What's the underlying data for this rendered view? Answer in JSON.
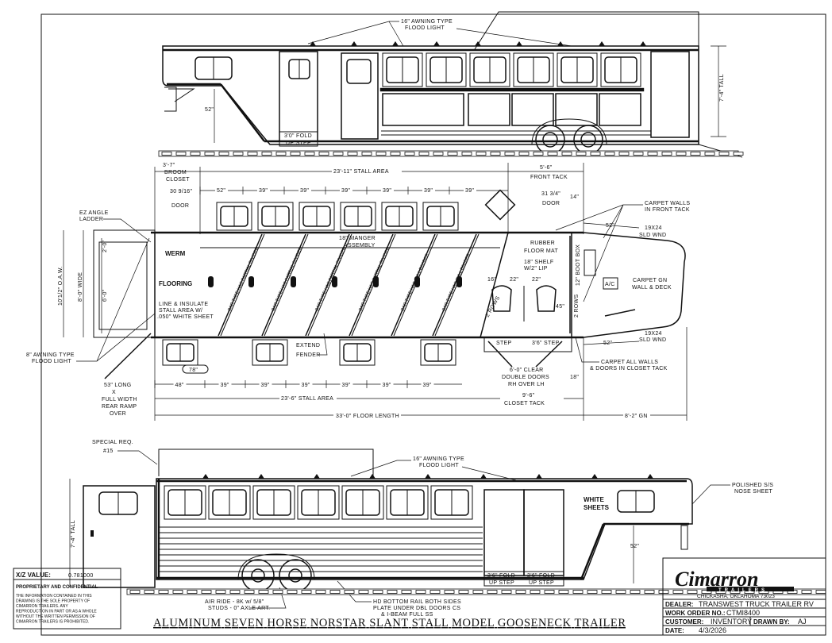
{
  "title": "ALUMINUM SEVEN HORSE NORSTAR SLANT STALL MODEL GOOSENECK TRAILER",
  "title_block": {
    "logo_text": "Cimarron",
    "logo_sub": "TRAILERS",
    "address": "CHICKASHA, OKLAHOMA 73023",
    "dealer_label": "DEALER:",
    "dealer": "TRANSWEST TRUCK TRAILER RV",
    "work_order_label": "WORK ORDER NO.:",
    "work_order": "CTMI8400",
    "customer_label": "CUSTOMER:",
    "customer": "INVENTORY",
    "date_label": "DATE:",
    "date": "4/3/2026",
    "drawn_by_label": "DRAWN BY:",
    "drawn_by": "AJ"
  },
  "proprietary": {
    "xz_label": "X/Z VALUE:",
    "xz_value": "0.781000",
    "heading": "PROPRIETARY AND CONFIDENTIAL",
    "lines": [
      "THE INFORMATION CONTAINED IN THIS",
      "DRAWING IS THE SOLE PROPERTY OF",
      "CIMARRON TRAILERS. ANY",
      "REPRODUCTION IN PART OR AS A WHOLE",
      "WITHOUT THE WRITTEN PERMISSION OF",
      "CIMARRON TRAILERS IS PROHIBITED."
    ]
  },
  "top_view": {
    "awning_1": "16\" AWNING TYPE",
    "awning_2": "FLOOD LIGHT",
    "tall": "7'-4\" TALL",
    "neck_height": "52\"",
    "step_1": "3'0\" FOLD",
    "step_2": "UP STEP"
  },
  "plan_view": {
    "broom_dim": "3'-7\"",
    "broom_1": "BROOM",
    "broom_2": "CLOSET",
    "door_dim": "30 9/16\"",
    "door": "DOOR",
    "stall_area_top": "23'-11\" STALL AREA",
    "top_dims": [
      "52\"",
      "39\"",
      "39\"",
      "39\"",
      "39\"",
      "39\"",
      "39\""
    ],
    "front_tack_dim": "5'-6\"",
    "front_tack": "FRONT TACK",
    "ft_door_dim": "31 3/4\"",
    "ft_door": "DOOR",
    "ft_14": "14\"",
    "ladder_1": "EZ ANGLE",
    "ladder_2": "LADDER",
    "carpet_front_1": "CARPET WALLS",
    "carpet_front_2": "IN FRONT TACK",
    "wnd_52_top": "52\"",
    "wnd_1": "19X24",
    "wnd_2": "SLD WND",
    "oaw": "10'1/2\" O.A.W.",
    "wide": "8'-0\" WIDE",
    "two_ft": "2'-0\"",
    "six_ft": "6'-0\"",
    "werm_1": "WERM",
    "werm_2": "FLOORING",
    "manger_1": "18\" MANGER",
    "manger_2": "ASSEMBLY",
    "rubber_1": "RUBBER",
    "rubber_2": "FLOOR MAT",
    "shelf_1": "18\" SHELF",
    "shelf_2": "W/2\" LIP",
    "shelf_dims": [
      "16\"",
      "22\"",
      "22\""
    ],
    "boot_box": "12\" BOOT BOX",
    "saddle_rows": "2 ROWS",
    "ac": "A/C",
    "carpet_gn_1": "CARPET GN",
    "carpet_gn_2": "WALL & DECK",
    "dividers": [
      "BAR TYPE HAS PARTIAL DIVIDER",
      "BAR TYPE HAS PARTIAL DIVIDER",
      "BAR TYPE HAS PARTIAL DIVIDER",
      "BAR TYPE HAS PARTIAL DIVIDER",
      "BAR TYPE HAS FULL DIVIDER",
      "BAR TYPE HAS FULL DIVIDER"
    ],
    "line_1": "LINE & INSULATE",
    "line_2": "STALL AREA W/",
    "line_3": ".050\" WHITE SHEET",
    "flood_1": "8\" AWNING TYPE",
    "flood_2": "FLOOD LIGHT",
    "ramp_1": "53\" LONG",
    "ramp_2": "X",
    "ramp_3": "FULL WIDTH",
    "ramp_4": "REAR RAMP",
    "ramp_5": "OVER",
    "fender_1": "EXTEND",
    "fender_2": "FENDER",
    "dim_78": "78\"",
    "step_l": "STEP",
    "step_r": "3'6\" STEP",
    "clear_1": "6'-0\" CLEAR",
    "clear_2": "DOUBLE DOORS",
    "clear_3": "RH OVER LH",
    "dim_18": "18\"",
    "dim_45": "45\"",
    "closet_dim": "9'-6\"",
    "closet": "CLOSET TACK",
    "carpet_closet_1": "CARPET ALL WALLS",
    "carpet_closet_2": "& DOORS IN CLOSET TACK",
    "wnd_52_bot": "52\"",
    "bottom_dims": [
      "48\"",
      "39\"",
      "39\"",
      "39\"",
      "39\"",
      "39\"",
      "39\""
    ],
    "stall_area_bottom": "23'-6\" STALL AREA",
    "floor_length": "33'-0\" FLOOR LENGTH",
    "gn": "8'-2\" GN"
  },
  "bottom_view": {
    "special_1": "SPECIAL REQ.",
    "special_2": "#15",
    "awning_1": "16\" AWNING TYPE",
    "awning_2": "FLOOD LIGHT",
    "tall": "7'-4\" TALL",
    "white_1": "WHITE",
    "white_2": "SHEETS",
    "nose_1": "POLISHED S/S",
    "nose_2": "NOSE SHEET",
    "neck_height": "52\"",
    "step_1": "3'6\" FOLD",
    "step_2": "UP STEP",
    "step_3": "3'6\" FOLD",
    "step_4": "UP STEP",
    "air_1": "AIR RIDE - 8K w/ 5/8\"",
    "air_2": "STUDS - 0\" AXLE ART.",
    "rail_1": "HD BOTTOM RAIL BOTH SIDES",
    "rail_2": "PLATE UNDER DBL DOORS CS",
    "rail_3": "& I-BEAM FULL SS"
  }
}
